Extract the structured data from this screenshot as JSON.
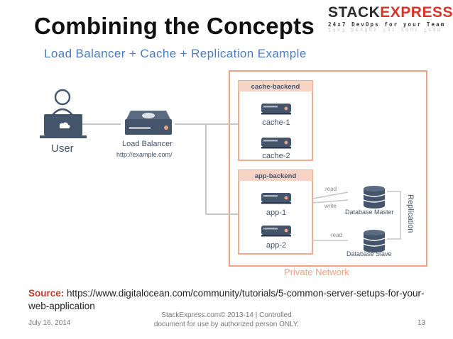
{
  "title": "Combining the Concepts",
  "logo": {
    "brand_stack": "STACK",
    "brand_express": "EXPRESS",
    "tagline": "24x7 DevOps for your Team",
    "reflection": "24x7 DevOps for your Team",
    "colors": {
      "stack": "#2b2b2b",
      "express": "#d9342b"
    }
  },
  "diagram": {
    "heading": "Load Balancer + Cache + Replication Example",
    "user_label": "User",
    "lb_label": "Load Balancer",
    "lb_url": "http://example.com/",
    "cache_group": "cache-backend",
    "cache_nodes": [
      "cache-1",
      "cache-2"
    ],
    "app_group": "app-backend",
    "app_nodes": [
      "app-1",
      "app-2"
    ],
    "db_master": "Database Master",
    "db_slave": "Database Slave",
    "read_label_1": "read",
    "write_label": "write",
    "read_label_2": "read",
    "replication_label": "Replication",
    "network_label": "Private Network",
    "colors": {
      "accent": "#f0a185",
      "heading": "#4a7dbd",
      "server": "#44546a",
      "line": "#c6c6c6"
    }
  },
  "source": {
    "label": "Source:",
    "text": "https://www.digitalocean.com/community/tutorials/5-common-server-setups-for-your-web-application"
  },
  "footer": {
    "date": "July 16, 2014",
    "copyright": "StackExpress.com© 2013-14 | Controlled document for use by authorized person ONLY.",
    "page": "13"
  }
}
